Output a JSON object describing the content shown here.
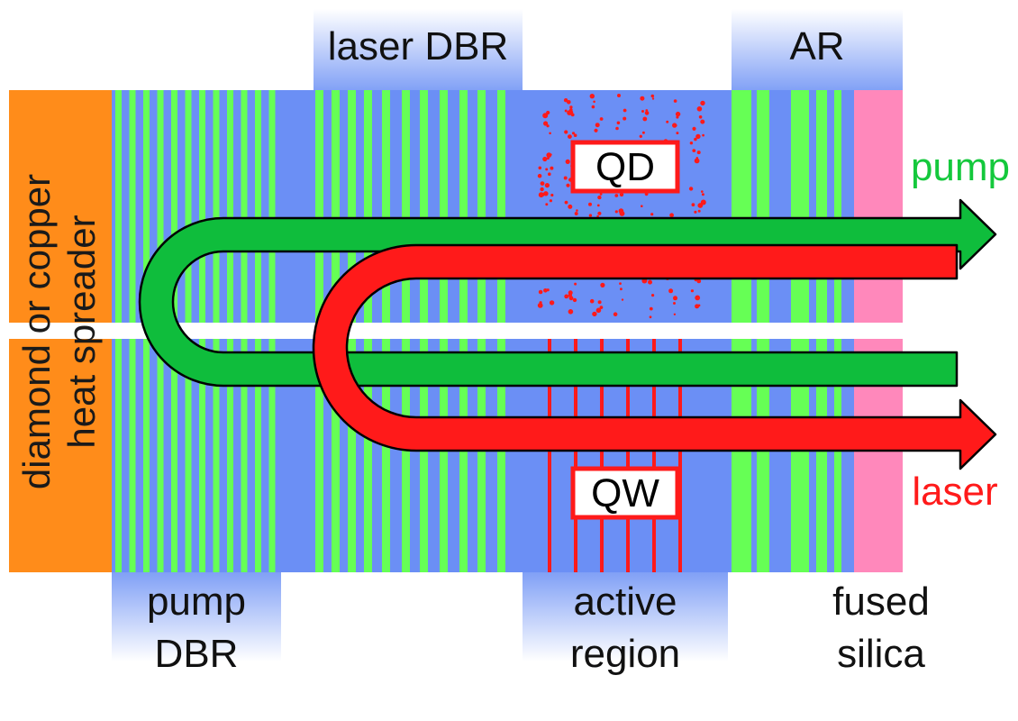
{
  "labels": {
    "top_left": "laser DBR",
    "top_right": "AR",
    "heat_spreader_line1": "diamond or copper",
    "heat_spreader_line2": "heat spreader",
    "pump_dbr_line1": "pump",
    "pump_dbr_line2": "DBR",
    "active_line1": "active",
    "active_line2": "region",
    "silica_line1": "fused",
    "silica_line2": "silica",
    "pump_beam": "pump",
    "laser_beam": "laser",
    "qd_box": "QD",
    "qw_box": "QW"
  },
  "colors": {
    "heat_spreader": "#ff8c1a",
    "dbr_blue": "#6b8ff5",
    "dbr_green": "#66ff55",
    "fused_silica": "#ff88bb",
    "pump_beam": "#0fbd3c",
    "laser_beam": "#ff1a1a",
    "pump_text": "#14c83c",
    "laser_text": "#ff1a1a"
  }
}
